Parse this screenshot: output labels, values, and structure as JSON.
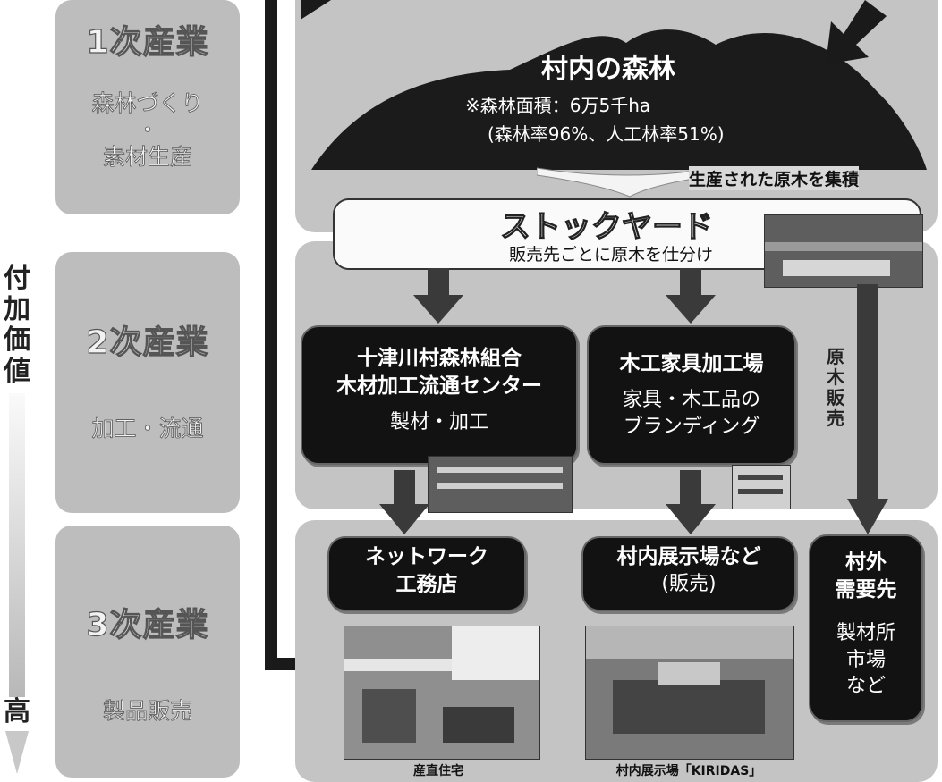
{
  "tiers": [
    {
      "title": "1次産業",
      "sub": [
        "森林づくり",
        "・",
        "素材生産"
      ]
    },
    {
      "title": "2次産業",
      "sub": [
        "加工・流通"
      ]
    },
    {
      "title": "3次産業",
      "sub": [
        "製品販売"
      ]
    }
  ],
  "value_added": {
    "label": "付加価値",
    "high": "高"
  },
  "forest": {
    "title": "村内の森林",
    "area": "※森林面積：6万5千ha",
    "ratio": "(森林率96%、人工林率51%)"
  },
  "collect_label": "生産された原木を集積",
  "stockyard": {
    "title": "ストックヤード",
    "sub": "販売先ごとに原木を仕分け"
  },
  "processing_center": {
    "line1": "十津川村森林組合",
    "line2": "木材加工流通センター",
    "line3": "製材・加工"
  },
  "furniture_factory": {
    "line1": "木工家具加工場",
    "line2": "家具・木工品の",
    "line3": "ブランディング"
  },
  "log_sales": "原木販売",
  "network": {
    "line1": "ネットワーク",
    "line2": "工務店"
  },
  "showroom": {
    "line1": "村内展示場など",
    "line2": "(販売)"
  },
  "outside": {
    "line1": "村外",
    "line2": "需要先",
    "line3": "製材所",
    "line4": "市場",
    "line5": "など"
  },
  "captions": {
    "house": "産直住宅",
    "showroom": "村内展示場「KIRIDAS」"
  }
}
